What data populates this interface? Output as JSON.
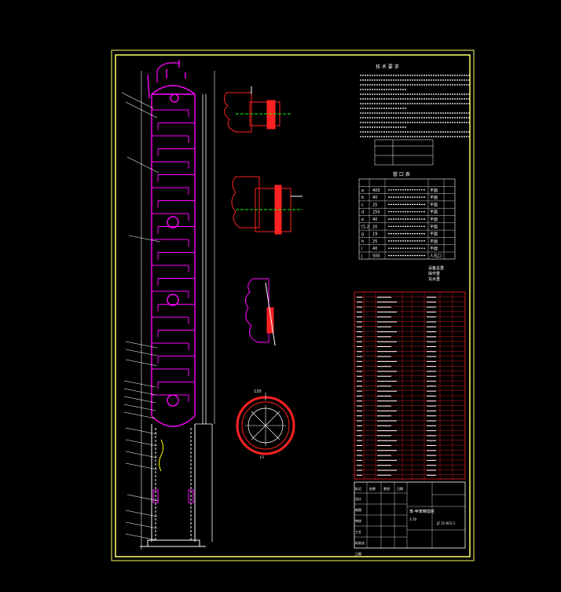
{
  "drawing": {
    "tech_requirements_title": "技 术 要 求",
    "nozzle_table_title": "管 口 表",
    "nozzle_rows": [
      [
        "a",
        "400",
        "",
        "平面"
      ],
      [
        "b",
        "40",
        "",
        "平面"
      ],
      [
        "c",
        "25",
        "",
        "平面"
      ],
      [
        "d",
        "250",
        "",
        "平面"
      ],
      [
        "e",
        "40",
        "",
        "平面"
      ],
      [
        "f1-2",
        "20",
        "",
        "平面"
      ],
      [
        "g",
        "19",
        "",
        "平面"
      ],
      [
        "h",
        "25",
        "",
        "平面"
      ],
      [
        "i",
        "40",
        "",
        "平面"
      ],
      [
        "j",
        "500",
        "",
        "人孔口"
      ]
    ],
    "weights": [
      "设备总重",
      "操作重",
      "充水重"
    ],
    "section_label": "I-I",
    "callout_top": "120",
    "title_block": {
      "rows": [
        "设计",
        "制图",
        "审核",
        "工艺",
        "标准化",
        "日期"
      ],
      "header": [
        "标记",
        "处数",
        "更改",
        "日期"
      ],
      "main_title": "苯-甲苯精馏塔",
      "drawing_no": "JZ 21-001-1",
      "scale": "1:10"
    }
  },
  "colors": {
    "frame": "#ffff66",
    "column": "#ff00ff",
    "detail": "#ff2222",
    "dim": "#ffffff",
    "centerline": "#00ff00",
    "table": "#ff2020"
  }
}
